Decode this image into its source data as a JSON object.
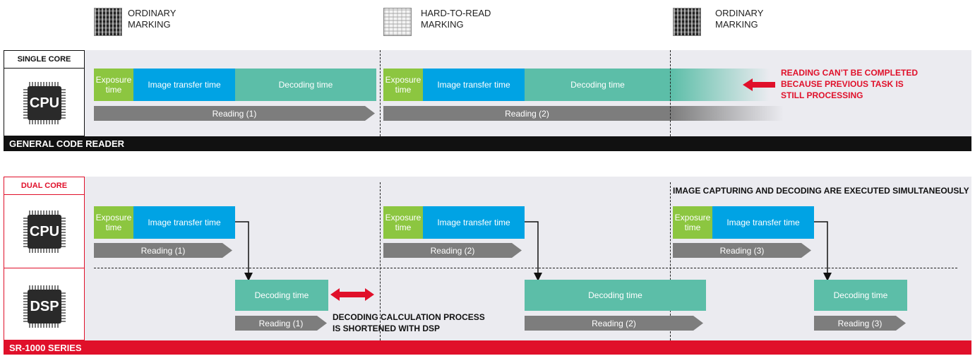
{
  "markings": [
    {
      "line1": "ORDINARY",
      "line2": "MARKING",
      "icon": "ordinary-data-matrix-icon"
    },
    {
      "line1": "HARD-TO-READ",
      "line2": "MARKING",
      "icon": "hard-to-read-data-matrix-icon"
    },
    {
      "line1": "ORDINARY",
      "line2": "MARKING",
      "icon": "ordinary-data-matrix-icon"
    }
  ],
  "general": {
    "badge": "SINGLE CORE",
    "cpu_label": "CPU",
    "footer": "GENERAL CODE READER",
    "exposure_line1": "Exposure",
    "exposure_line2": "time",
    "transfer": "Image transfer time",
    "decoding": "Decoding time",
    "reading1": "Reading (1)",
    "reading2": "Reading (2)",
    "warning": [
      "READING CAN’T BE COMPLETED",
      "BECAUSE PREVIOUS TASK IS",
      "STILL PROCESSING"
    ]
  },
  "sr": {
    "badge": "DUAL CORE",
    "cpu_label": "CPU",
    "dsp_label": "DSP",
    "footer": "SR-1000 SERIES",
    "exposure_line1": "Exposure",
    "exposure_line2": "time",
    "transfer": "Image transfer time",
    "decoding": "Decoding time",
    "reading1": "Reading (1)",
    "reading2": "Reading (2)",
    "reading3": "Reading (3)",
    "simultaneous_note": "IMAGE CAPTURING AND DECODING ARE EXECUTED SIMULTANEOUSLY",
    "shortened_note": [
      "DECODING CALCULATION PROCESS",
      "IS SHORTENED WITH DSP"
    ]
  },
  "colors": {
    "exposure": "#8cc640",
    "transfer": "#00a3e4",
    "decoding": "#5cbea8",
    "reading": "#7d7d7d",
    "accent_red": "#e0102a",
    "panel": "#ebebf0"
  }
}
